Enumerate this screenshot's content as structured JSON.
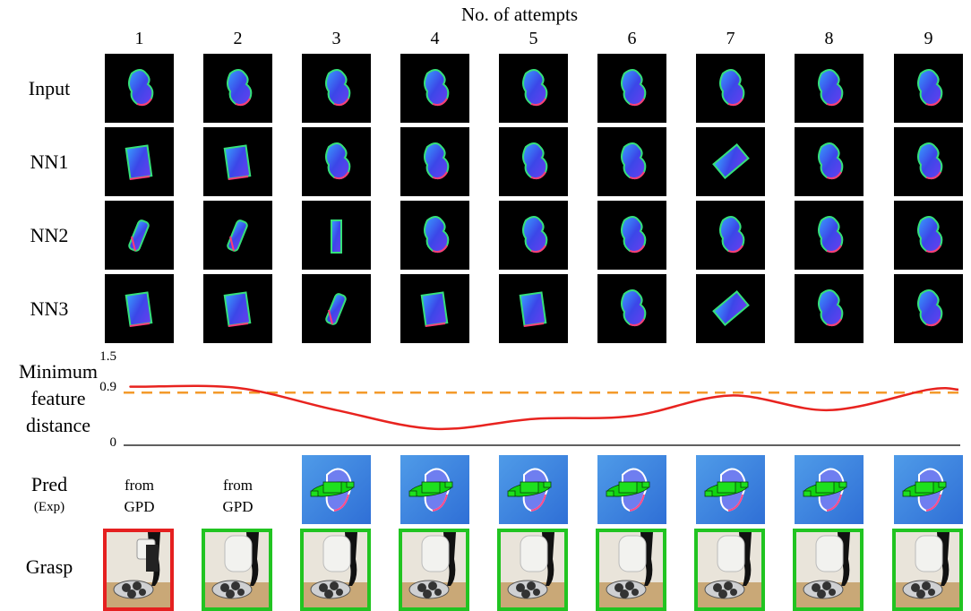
{
  "header": {
    "title": "No. of attempts"
  },
  "attempts": [
    "1",
    "2",
    "3",
    "4",
    "5",
    "6",
    "7",
    "8",
    "9"
  ],
  "row_labels": {
    "input": "Input",
    "nn1": "NN1",
    "nn2": "NN2",
    "nn3": "NN3",
    "pred": "Pred",
    "pred_sub": "(Exp)",
    "grasp": "Grasp"
  },
  "tile_shapes": {
    "input": [
      "blob",
      "blob",
      "blob",
      "blob",
      "blob",
      "blob",
      "blob",
      "blob",
      "blob"
    ],
    "nn1": [
      "box",
      "box",
      "blob",
      "blob",
      "blob",
      "blob",
      "tiltbox",
      "blob",
      "blob"
    ],
    "nn2": [
      "slim",
      "slim",
      "bar",
      "blob",
      "blob",
      "blob",
      "blob",
      "blob",
      "blob"
    ],
    "nn3": [
      "box",
      "box",
      "slim",
      "box",
      "box",
      "blob",
      "tiltbox",
      "blob",
      "blob"
    ]
  },
  "pred": [
    {
      "type": "text",
      "text": "from\nGPD"
    },
    {
      "type": "text",
      "text": "from\nGPD"
    },
    {
      "type": "image"
    },
    {
      "type": "image"
    },
    {
      "type": "image"
    },
    {
      "type": "image"
    },
    {
      "type": "image"
    },
    {
      "type": "image"
    },
    {
      "type": "image"
    }
  ],
  "grasp_result": [
    "fail",
    "success",
    "success",
    "success",
    "success",
    "success",
    "success",
    "success",
    "success"
  ],
  "colors": {
    "threshold": "#f39a2b",
    "curve": "#e8231f",
    "success": "#21c421",
    "fail": "#e52020"
  },
  "chart_data": {
    "type": "line",
    "ylabel": "Minimum\nfeature\ndistance",
    "yticks": [
      "1.5",
      "0.9",
      "0"
    ],
    "ylim": [
      0,
      1.5
    ],
    "threshold": 0.9,
    "x": [
      1,
      2,
      3,
      4,
      5,
      6,
      7,
      8,
      9
    ],
    "series": [
      {
        "values": [
          1.0,
          0.98,
          0.6,
          0.28,
          0.45,
          0.5,
          0.85,
          0.6,
          0.95
        ]
      }
    ]
  }
}
